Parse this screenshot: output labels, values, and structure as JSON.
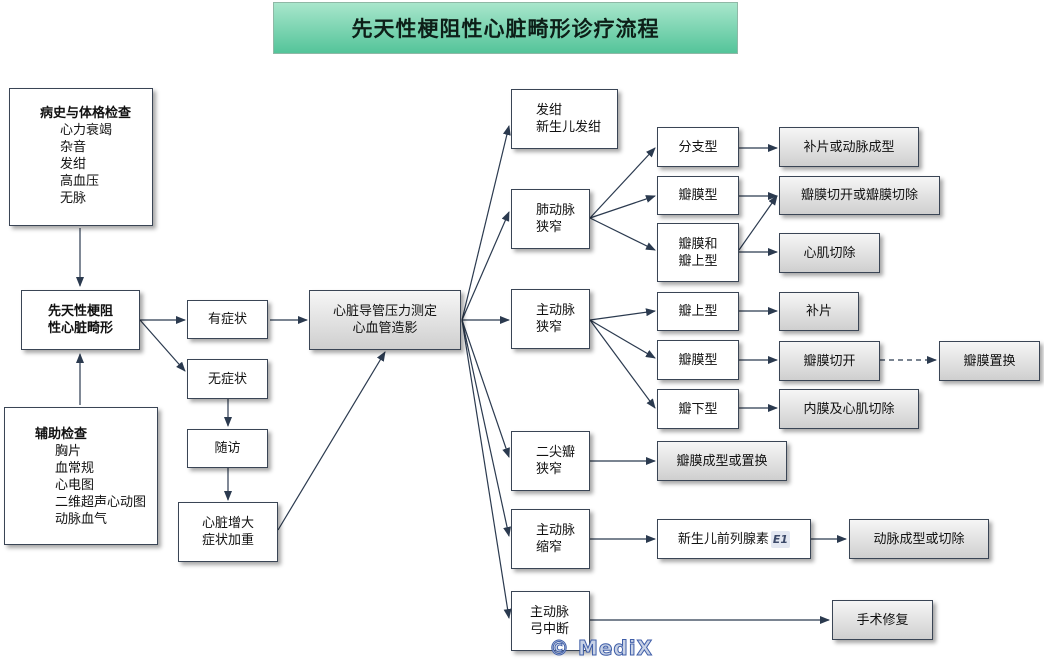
{
  "title": "先天性梗阻性心脏畸形诊疗流程",
  "history": {
    "heading": "病史与体格检查",
    "items": [
      "心力衰竭",
      "杂音",
      "发绀",
      "高血压",
      "无脉"
    ]
  },
  "auxiliary": {
    "heading": "辅助检查",
    "items": [
      "胸片",
      "血常规",
      "心电图",
      "二维超声心动图",
      "动脉血气"
    ]
  },
  "diagnosis": [
    "先天性梗阻",
    "性心脏畸形"
  ],
  "symptomatic": "有症状",
  "asymptomatic": "无症状",
  "followup": "随访",
  "worsening": [
    "心脏增大",
    "症状加重"
  ],
  "cath": [
    "心脏导管压力测定",
    "心血管造影"
  ],
  "cyanosis": [
    "发绀",
    "新生儿发绀"
  ],
  "pulmonary_stenosis": [
    "肺动脉",
    "狭窄"
  ],
  "aortic_stenosis": [
    "主动脉",
    "狭窄"
  ],
  "mitral_stenosis": [
    "二尖瓣",
    "狭窄"
  ],
  "coarctation": [
    "主动脉",
    "缩窄"
  ],
  "interruption": [
    "主动脉",
    "弓中断"
  ],
  "ps_branch": "分支型",
  "ps_valve": "瓣膜型",
  "ps_supra": [
    "瓣膜和",
    "瓣上型"
  ],
  "as_supra": "瓣上型",
  "as_valve": "瓣膜型",
  "as_sub": "瓣下型",
  "pge": "新生儿前列腺素",
  "pge_superscript": "E1",
  "t_patch_angio": "补片或动脉成型",
  "t_valvotomy": "瓣膜切开或瓣膜切除",
  "t_myectomy": "心肌切除",
  "t_patch": "补片",
  "t_valve_open": "瓣膜切开",
  "t_valve_replace": "瓣膜置换",
  "t_membrane": "内膜及心肌切除",
  "t_mitral": "瓣膜成型或置换",
  "t_coarct": "动脉成型或切除",
  "t_surgery": "手术修复",
  "watermark": "© MediX",
  "colors": {
    "title_bg": "#54c49a",
    "box_border": "#3a4555",
    "arrow": "#2b3a4f"
  }
}
